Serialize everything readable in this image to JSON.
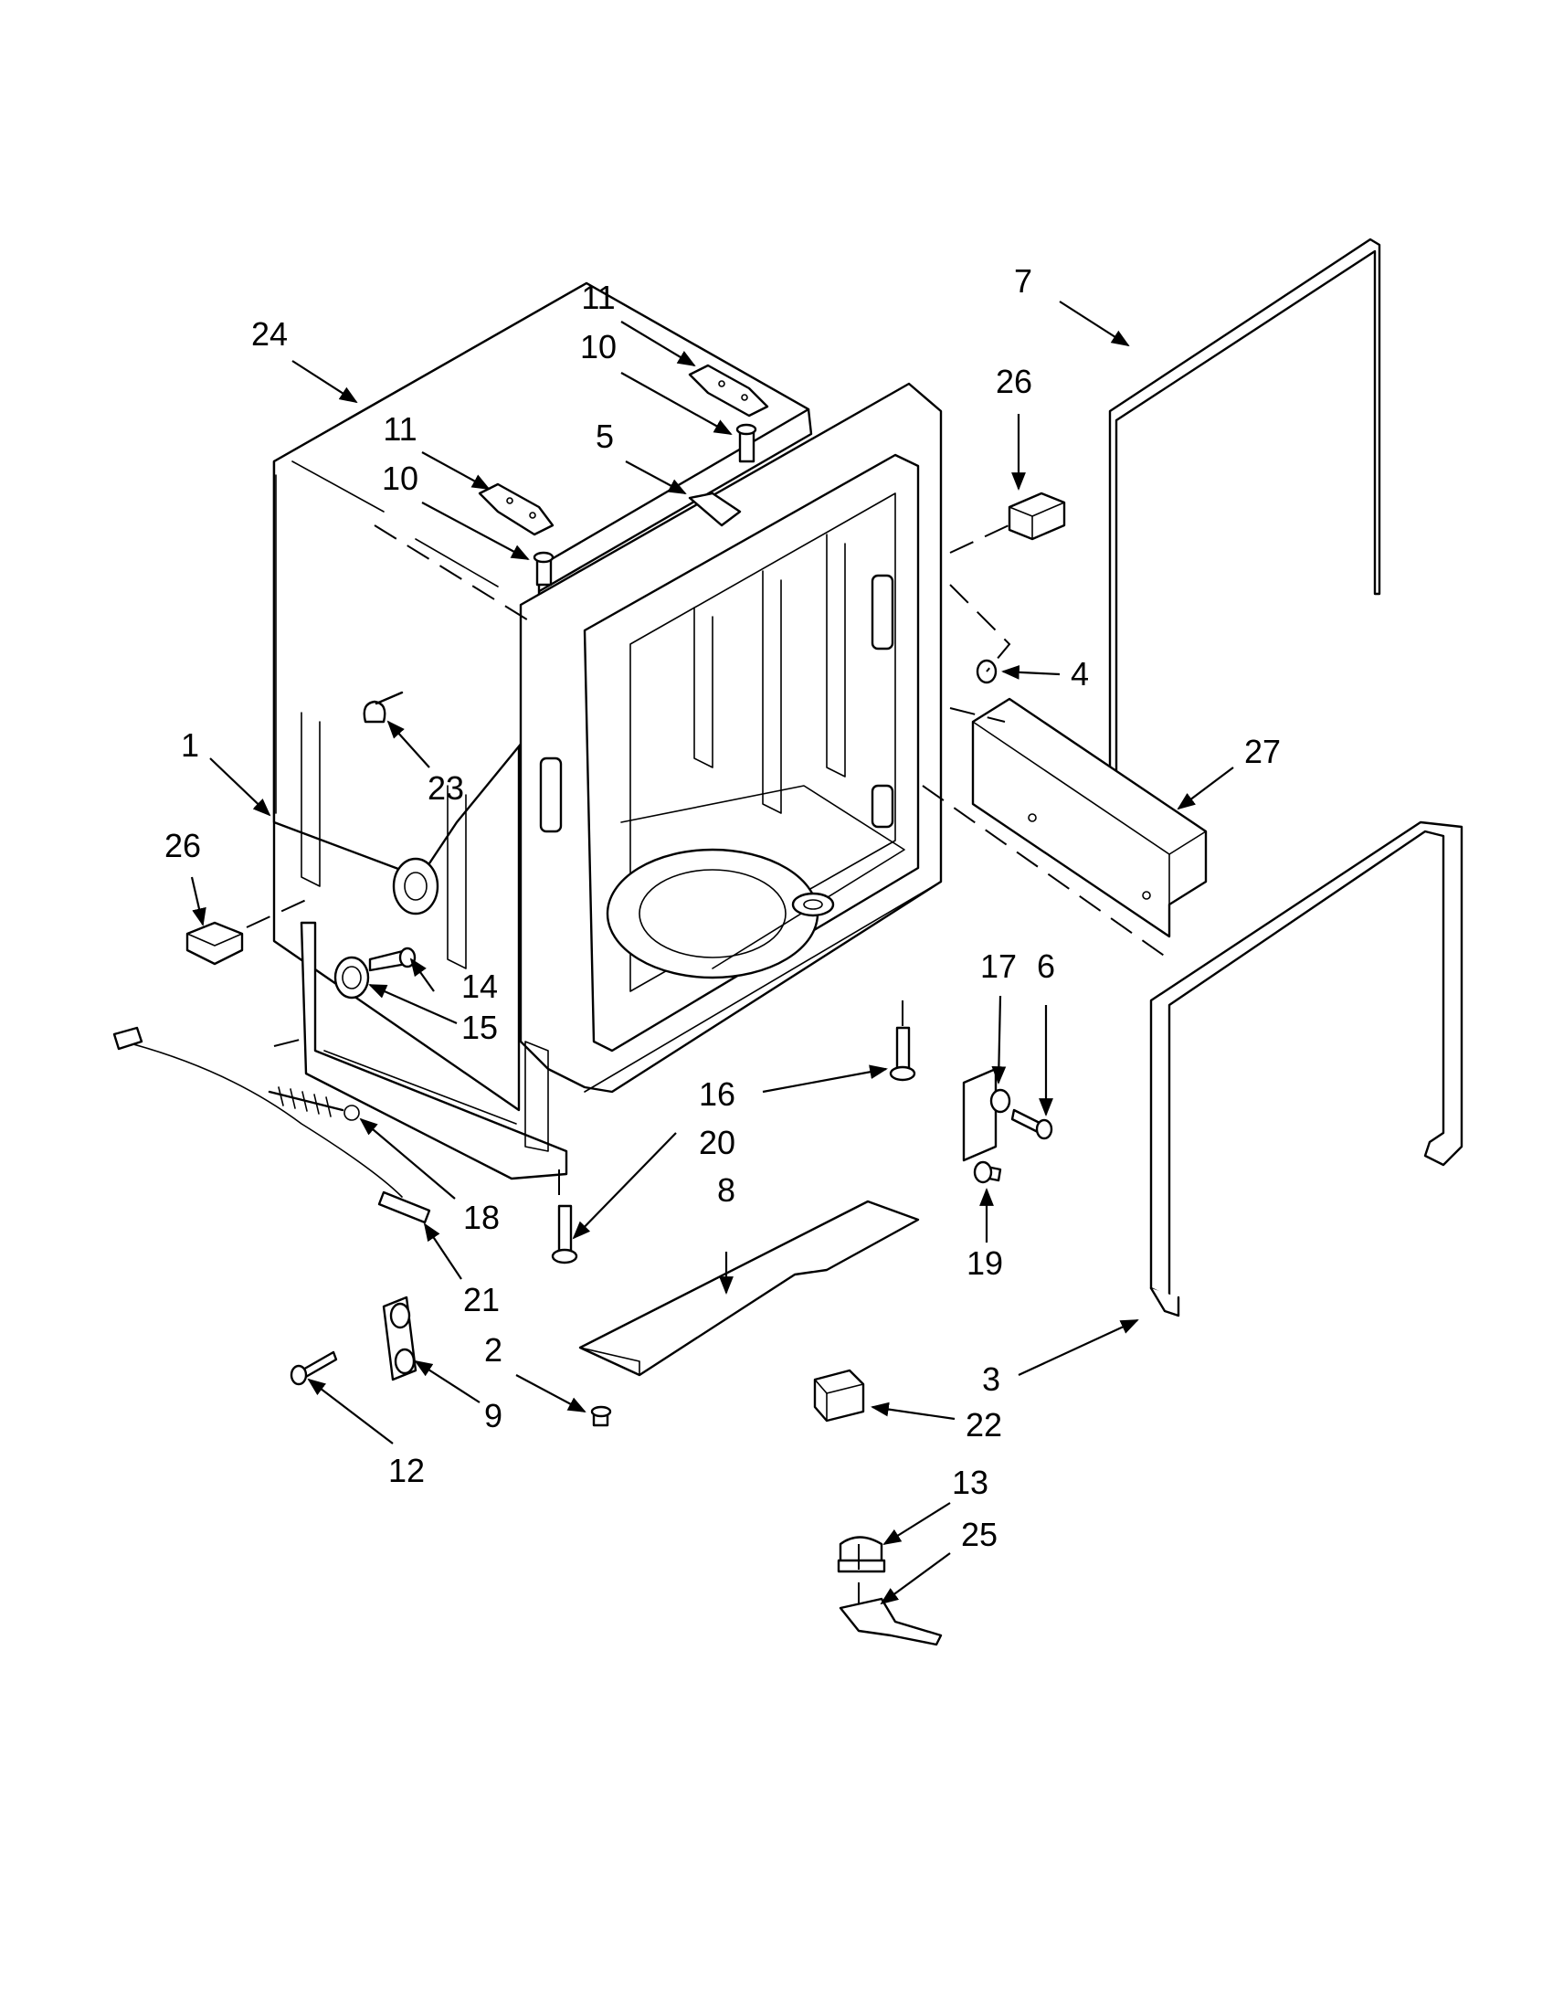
{
  "colors": {
    "ink": "#000000",
    "paper": "#ffffff"
  },
  "callouts": {
    "c24": "24",
    "c11a": "11",
    "c10a": "10",
    "c11b": "11",
    "c10b": "10",
    "c5": "5",
    "c7": "7",
    "c26a": "26",
    "c4": "4",
    "c27": "27",
    "c1": "1",
    "c23": "23",
    "c26b": "26",
    "c14": "14",
    "c15": "15",
    "c17": "17",
    "c6": "6",
    "c16": "16",
    "c20": "20",
    "c8": "8",
    "c18": "18",
    "c19": "19",
    "c21": "21",
    "c2": "2",
    "c3": "3",
    "c9": "9",
    "c22": "22",
    "c12": "12",
    "c13": "13",
    "c25": "25"
  }
}
